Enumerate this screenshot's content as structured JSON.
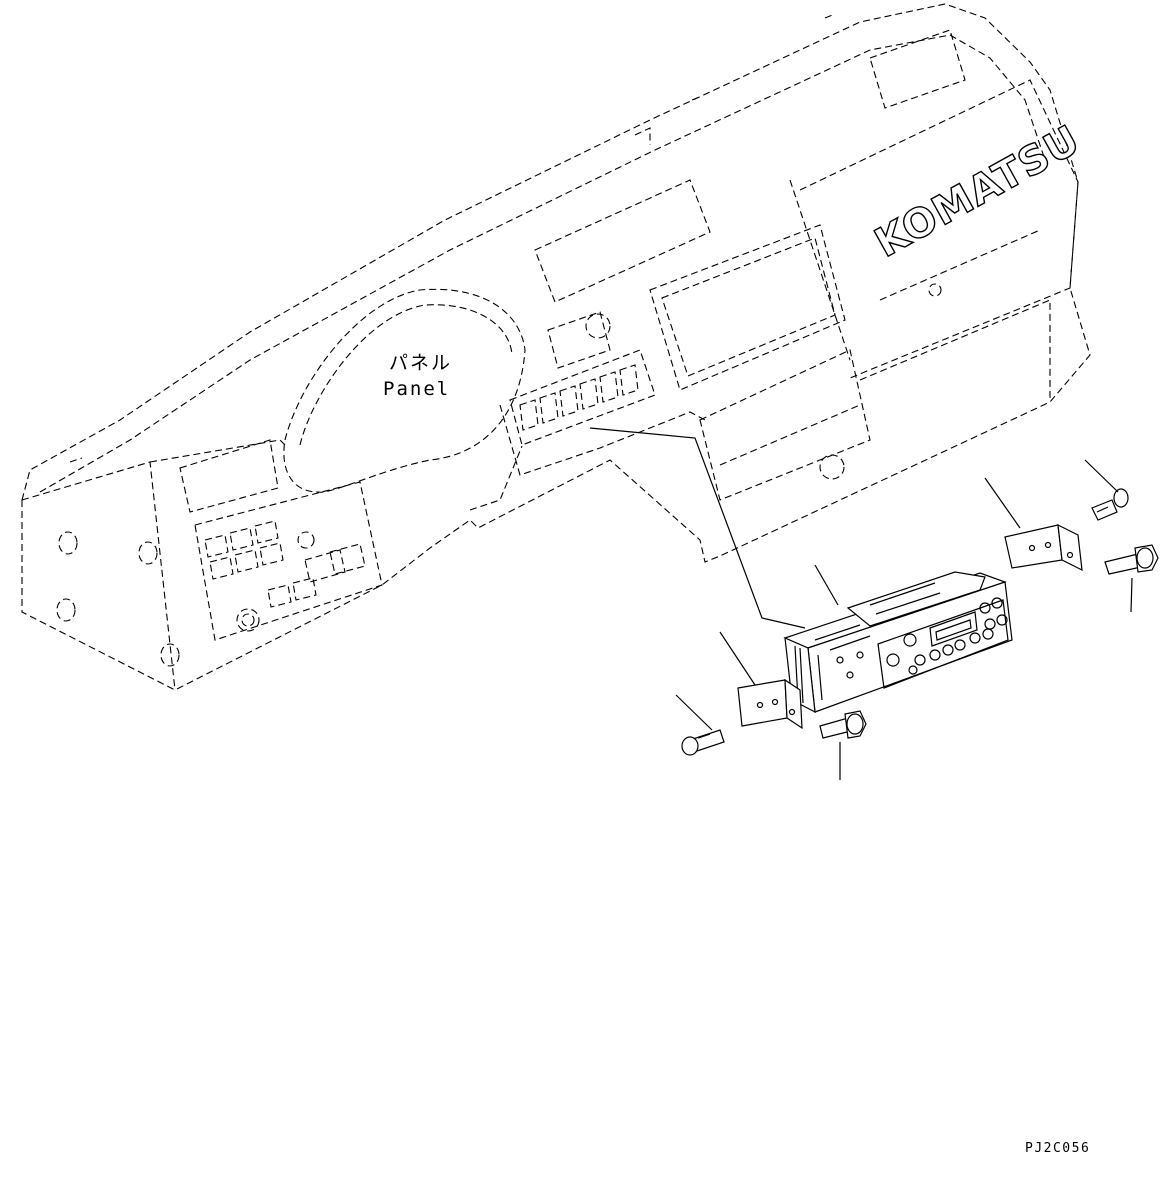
{
  "labels": {
    "panel_jp": "パネル",
    "panel_en": "Panel",
    "brand": "KOMATSU"
  },
  "drawing_code": "PJ2C056"
}
